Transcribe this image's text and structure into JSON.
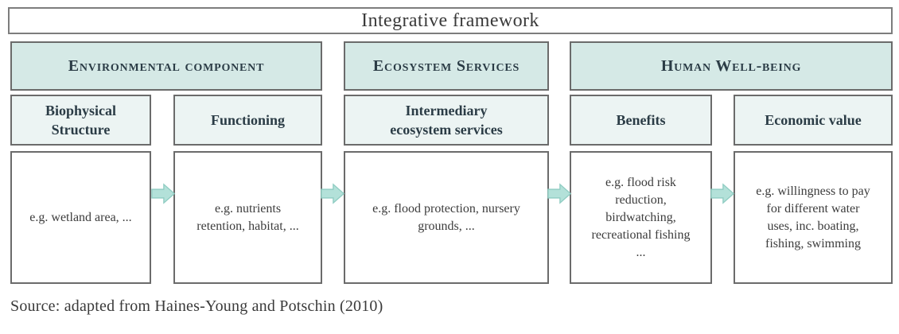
{
  "title": "Integrative framework",
  "groups": [
    {
      "label": "Environmental component"
    },
    {
      "label": "Ecosystem Services"
    },
    {
      "label": "Human Well-being"
    }
  ],
  "stages": [
    {
      "header": "Biophysical\nStructure",
      "example": "e.g. wetland area, ..."
    },
    {
      "header": "Functioning",
      "example": "e.g. nutrients\nretention, habitat, ..."
    },
    {
      "header": "Intermediary\necosystem services",
      "example": "e.g. flood protection, nursery\ngrounds, ..."
    },
    {
      "header": "Benefits",
      "example": "e.g. flood risk\nreduction,\nbirdwatching,\nrecreational fishing\n..."
    },
    {
      "header": "Economic value",
      "example": "e.g. willingness to pay\nfor different water\nuses, inc. boating,\nfishing, swimming"
    }
  ],
  "source": "Source: adapted from Haines-Young and Potschin (2010)",
  "colors": {
    "group_header_fill": "#d5e9e6",
    "stage_header_fill": "#ecf4f3",
    "content_fill": "#ffffff",
    "box_border": "#6b6b6b",
    "title_border": "#7d7d7d",
    "arrow_fill": "#b3e1d9",
    "arrow_stroke": "#8fccc2",
    "heading_text": "#2b3c46",
    "body_text": "#3c3c3c",
    "title_text": "#3a3a3a"
  }
}
